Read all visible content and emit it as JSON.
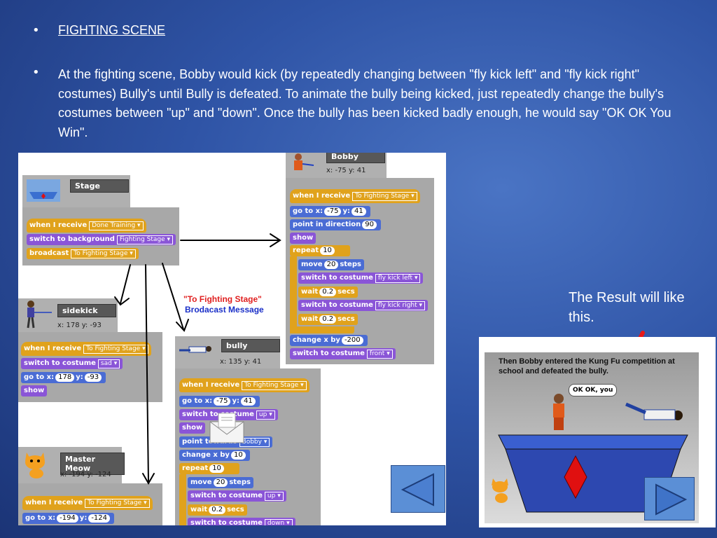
{
  "slide": {
    "heading": "FIGHTING SCENE",
    "paragraph": "At the fighting scene, Bobby would kick (by repeatedly changing between \"fly kick left\" and \"fly kick right\" costumes) Bully's until Bully is defeated. To animate the bully being kicked, just repeatedly change the bully's costumes between \"up\" and \"down\". Once the bully has been kicked badly enough, he would say \"OK OK You Win\".",
    "result_text": "The Result will like this.",
    "bullet": "•"
  },
  "stage": {
    "name": "Stage",
    "when_receive": "when I receive",
    "receive_value": "Done Training",
    "switch_bg": "switch to background",
    "bg_value": "Fighting Stage",
    "broadcast": "broadcast",
    "broadcast_value": "To Fighting Stage"
  },
  "envelope": {
    "title": "\"To Fighting Stage\"",
    "subtitle": "Brodacast Message"
  },
  "bobby": {
    "name": "Bobby",
    "coords": "x: -75  y: 41",
    "when_receive": "when I receive",
    "receive_value": "To Fighting Stage",
    "goto": "go to x:",
    "x": "-75",
    "y_label": "y:",
    "y": "41",
    "point_dir": "point in direction",
    "dir": "90",
    "show": "show",
    "repeat": "repeat",
    "repeat_n": "10",
    "move": "move",
    "move_n": "20",
    "steps": "steps",
    "switch_costume": "switch to costume",
    "costume1": "fly kick left",
    "wait": "wait",
    "wait1": "0.2",
    "secs": "secs",
    "costume2": "fly kick right",
    "wait2": "0.2",
    "change_x": "change x by",
    "change_x_n": "-200",
    "costume3": "front"
  },
  "sidekick": {
    "name": "sidekick",
    "coords": "x: 178  y: -93",
    "when_receive": "when I receive",
    "receive_value": "To Fighting Stage",
    "switch_costume": "switch to costume",
    "costume": "sad",
    "goto": "go to x:",
    "x": "178",
    "y_label": "y:",
    "y": "-93",
    "show": "show"
  },
  "bully": {
    "name": "bully",
    "coords": "x: 135  y: 41",
    "when_receive": "when I receive",
    "receive_value": "To Fighting Stage",
    "goto": "go to x:",
    "x": "-75",
    "y_label": "y:",
    "y": "41",
    "switch_costume": "switch to costume",
    "costume1": "up",
    "show": "show",
    "point_towards": "point towards",
    "towards": "Bobby",
    "change_x": "change x by",
    "change_x_n": "10",
    "repeat": "repeat",
    "repeat_n": "10",
    "move": "move",
    "move_n": "20",
    "steps": "steps",
    "costume2": "up",
    "wait": "wait",
    "wait_n": "0.2",
    "secs": "secs",
    "costume3": "down"
  },
  "meow": {
    "name": "Master Meow",
    "coords": "x: -194  y: -124",
    "when_receive": "when I receive",
    "receive_value": "To Fighting Stage",
    "goto": "go to x:",
    "x": "-194",
    "y_label": "y:",
    "y": "-124"
  },
  "story": {
    "caption": "Then Bobby entered the Kung Fu competition at school and defeated the bully.",
    "bubble": "OK OK, you"
  }
}
